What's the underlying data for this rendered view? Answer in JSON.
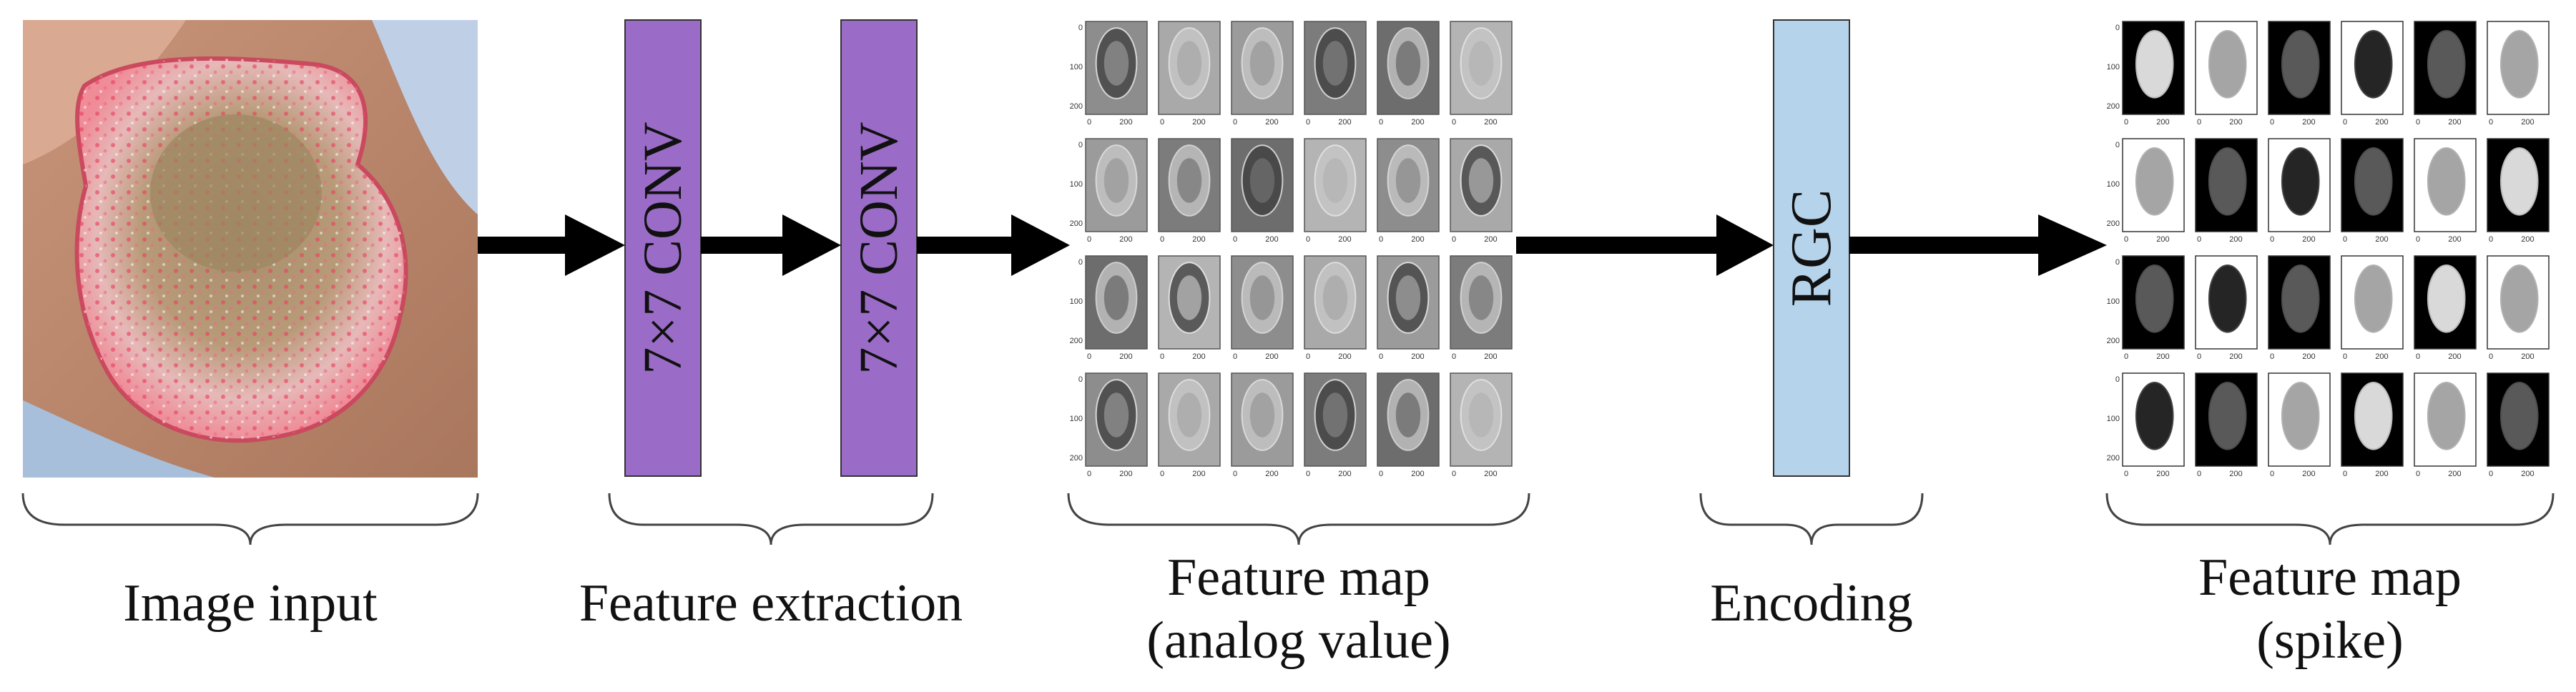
{
  "stages": {
    "image_input": {
      "label": "Image input"
    },
    "feature_extraction": {
      "label": "Feature extraction",
      "conv1": "7×7 CONV",
      "conv2": "7×7 CONV"
    },
    "feature_map_analog": {
      "label_line1": "Feature map",
      "label_line2": "(analog value)"
    },
    "encoding": {
      "label": "Encoding",
      "block": "RGC"
    },
    "feature_map_spike": {
      "label_line1": "Feature map",
      "label_line2": "(spike)"
    }
  },
  "colors": {
    "conv_fill": "#9b6cc7",
    "rgc_fill": "#b5d3ea",
    "arrow": "#000000"
  },
  "grids": {
    "tick_x": [
      "0",
      "200"
    ],
    "tick_y": [
      "0",
      "100",
      "200"
    ]
  }
}
